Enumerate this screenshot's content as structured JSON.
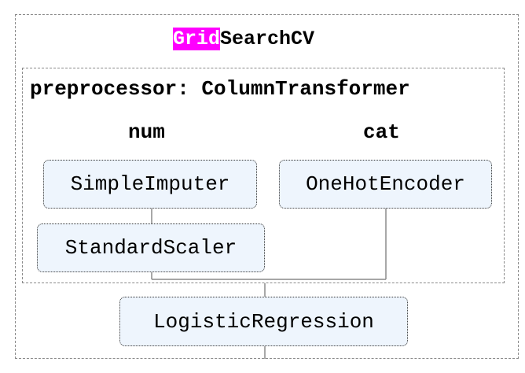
{
  "grid": {
    "title_highlight": "Grid",
    "title_rest": "SearchCV"
  },
  "preprocessor": {
    "title": "preprocessor: ColumnTransformer",
    "columns": [
      {
        "label": "num",
        "steps": [
          "SimpleImputer",
          "StandardScaler"
        ]
      },
      {
        "label": "cat",
        "steps": [
          "OneHotEncoder"
        ]
      }
    ]
  },
  "classifier": {
    "label": "LogisticRegression"
  },
  "colors": {
    "highlight": "#ff00ff",
    "estimator_fill": "#eef5fd",
    "border": "#8a8a8a",
    "connector": "#8a8a8a"
  }
}
